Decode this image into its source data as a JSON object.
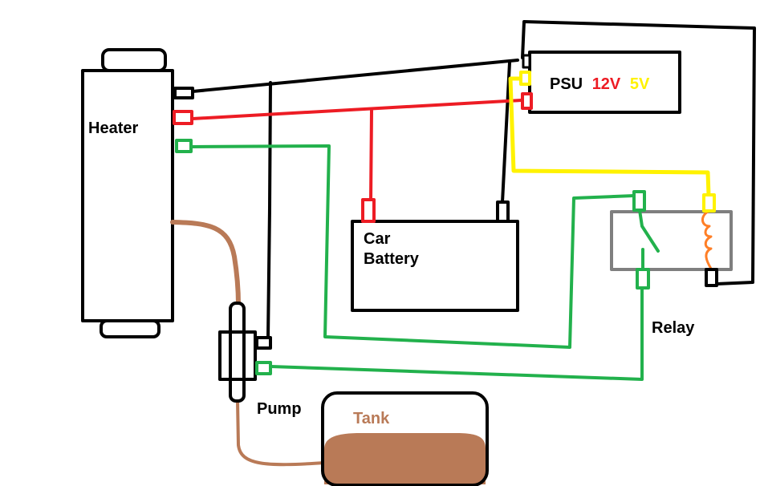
{
  "labels": {
    "heater": "Heater",
    "battery_line1": "Car",
    "battery_line2": "Battery",
    "psu": "PSU",
    "psu_12v": "12V",
    "psu_5v": "5V",
    "relay": "Relay",
    "pump": "Pump",
    "tank": "Tank"
  },
  "colors": {
    "ground": "#000000",
    "positive_12v": "#ed1c24",
    "signal": "#22b14c",
    "supply_5v": "#fff200",
    "fuel": "#b97a57",
    "coil": "#ff7f27",
    "relay_body": "#7f7f7f"
  }
}
